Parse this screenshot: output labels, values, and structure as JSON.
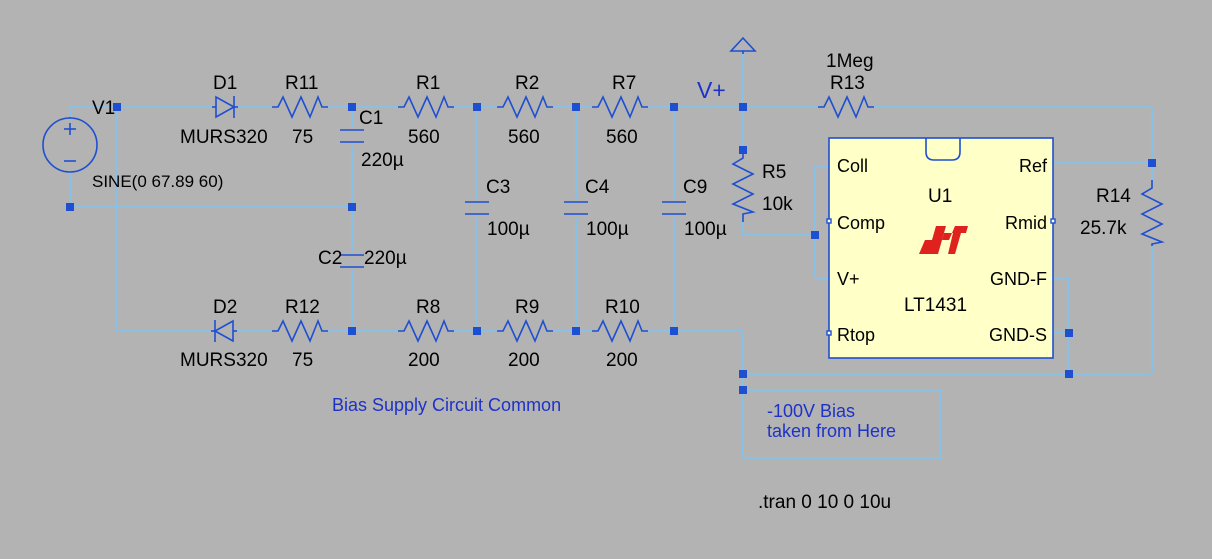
{
  "source": {
    "ref": "V1",
    "value": "SINE(0 67.89 60)"
  },
  "diodes": [
    {
      "ref": "D1",
      "model": "MURS320"
    },
    {
      "ref": "D2",
      "model": "MURS320"
    }
  ],
  "resistors": {
    "R11": {
      "ref": "R11",
      "value": "75"
    },
    "R1": {
      "ref": "R1",
      "value": "560"
    },
    "R2": {
      "ref": "R2",
      "value": "560"
    },
    "R7": {
      "ref": "R7",
      "value": "560"
    },
    "R13": {
      "ref": "R13",
      "value": "1Meg"
    },
    "R5": {
      "ref": "R5",
      "value": "10k"
    },
    "R14": {
      "ref": "R14",
      "value": "25.7k"
    },
    "R12": {
      "ref": "R12",
      "value": "75"
    },
    "R8": {
      "ref": "R8",
      "value": "200"
    },
    "R9": {
      "ref": "R9",
      "value": "200"
    },
    "R10": {
      "ref": "R10",
      "value": "200"
    }
  },
  "capacitors": {
    "C1": {
      "ref": "C1",
      "value": "220µ"
    },
    "C2": {
      "ref": "C2",
      "value": "220µ"
    },
    "C3": {
      "ref": "C3",
      "value": "100µ"
    },
    "C4": {
      "ref": "C4",
      "value": "100µ"
    },
    "C9": {
      "ref": "C9",
      "value": "100µ"
    }
  },
  "net_vplus": "V+",
  "ic": {
    "ref": "U1",
    "part": "LT1431",
    "logo": "LT",
    "pins": {
      "coll": "Coll",
      "comp": "Comp",
      "vplus": "V+",
      "rtop": "Rtop",
      "ref": "Ref",
      "rmid": "Rmid",
      "gndf": "GND-F",
      "gnds": "GND-S"
    }
  },
  "comments": {
    "common": "Bias Supply Circuit Common",
    "bias_line1": "-100V Bias",
    "bias_line2": "taken from Here"
  },
  "directive": ".tran 0 10 0 10u",
  "colors": {
    "background": "#b3b3b3",
    "wire": "#7fc4f3",
    "component": "#1f4fd1",
    "ic_body": "#ffffc8",
    "logo": "#e0221f",
    "comment": "#1e32c8"
  }
}
